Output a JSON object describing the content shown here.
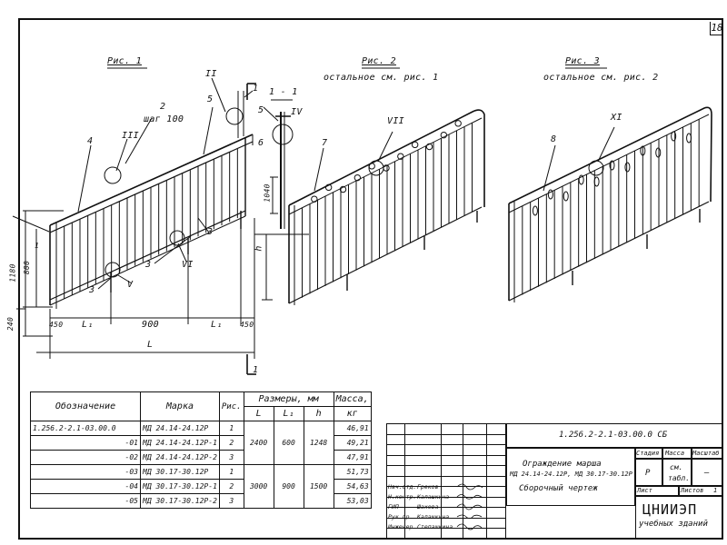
{
  "page_number": "18",
  "figures": {
    "fig1_title": "Рис. 1",
    "fig2_title": "Рис. 2",
    "fig2_note": "остальное см. рис. 1",
    "fig3_title": "Рис. 3",
    "fig3_note": "остальное см. рис. 2",
    "section_label": "1 - 1",
    "callouts": {
      "c1": "1",
      "c2": "2",
      "c3": "3",
      "c4": "4",
      "c5": "5",
      "c6": "6",
      "c7": "7",
      "c8": "8",
      "step": "шаг 100",
      "II": "II",
      "III": "III",
      "IV": "IV",
      "V": "V",
      "VI": "VI",
      "VII": "VII",
      "XI": "XI"
    },
    "dims": {
      "d1180": "1180",
      "d800": "800",
      "d240": "240",
      "d1040": "1040",
      "h": "h",
      "d450a": "450",
      "L1a": "L₁",
      "d900": "900",
      "L1b": "L₁",
      "d450b": "450",
      "L": "L",
      "cut": "1",
      "cut2": "1"
    }
  },
  "spec_table": {
    "headers": {
      "designation": "Обозначение",
      "mark": "Марка",
      "fig": "Рис.",
      "sizes": "Размеры, мм",
      "mass": "Масса,",
      "L": "L",
      "L1": "L₁",
      "h": "h",
      "kg": "кг"
    },
    "rows": [
      {
        "designation": "1.256.2-2.1-03.00.0",
        "mark": "МД 24.14-24.12Р",
        "fig": "1",
        "mass": "46,91"
      },
      {
        "designation": "-01",
        "mark": "МД 24.14-24.12Р-1",
        "fig": "2",
        "mass": "49,21"
      },
      {
        "designation": "-02",
        "mark": "МД 24.14-24.12Р-2",
        "fig": "3",
        "mass": "47,91"
      },
      {
        "designation": "-03",
        "mark": "МД 30.17-30.12Р",
        "fig": "1",
        "mass": "51,73"
      },
      {
        "designation": "-04",
        "mark": "МД 30.17-30.12Р-1",
        "fig": "2",
        "mass": "54,63"
      },
      {
        "designation": "-05",
        "mark": "МД 30.17-30.12Р-2",
        "fig": "3",
        "mass": "53,03"
      }
    ],
    "group1": {
      "L": "2400",
      "L1": "600",
      "h": "1248"
    },
    "group2": {
      "L": "3000",
      "L1": "900",
      "h": "1500"
    }
  },
  "title_block": {
    "doc_code": "1.256.2-2.1-03.00.0 СБ",
    "name_line1": "Ограждение марша",
    "name_line2": "МД 24.14-24.12Р, МД 30.17-30.12Р",
    "name_line3": "Сборочный чертеж",
    "stage_label": "Стадия",
    "mass_label": "Масса",
    "scale_label": "Масштаб",
    "stage_value": "Р",
    "mass_value_1": "см.",
    "mass_value_2": "табл.",
    "scale_value": "—",
    "sheet_label": "Лист",
    "sheets_label": "Листов",
    "sheets_value": "1",
    "org_1": "ЦНИИЭП",
    "org_2": "учебных зданий",
    "signers": [
      {
        "role": "Нач.отд.",
        "name": "Греков"
      },
      {
        "role": "Н.контр.",
        "name": "Калашкина"
      },
      {
        "role": "ГИП",
        "name": "Шахова"
      },
      {
        "role": "Рук.гр.",
        "name": "Калашкина"
      },
      {
        "role": "Инженер",
        "name": "Степашкина"
      }
    ]
  }
}
